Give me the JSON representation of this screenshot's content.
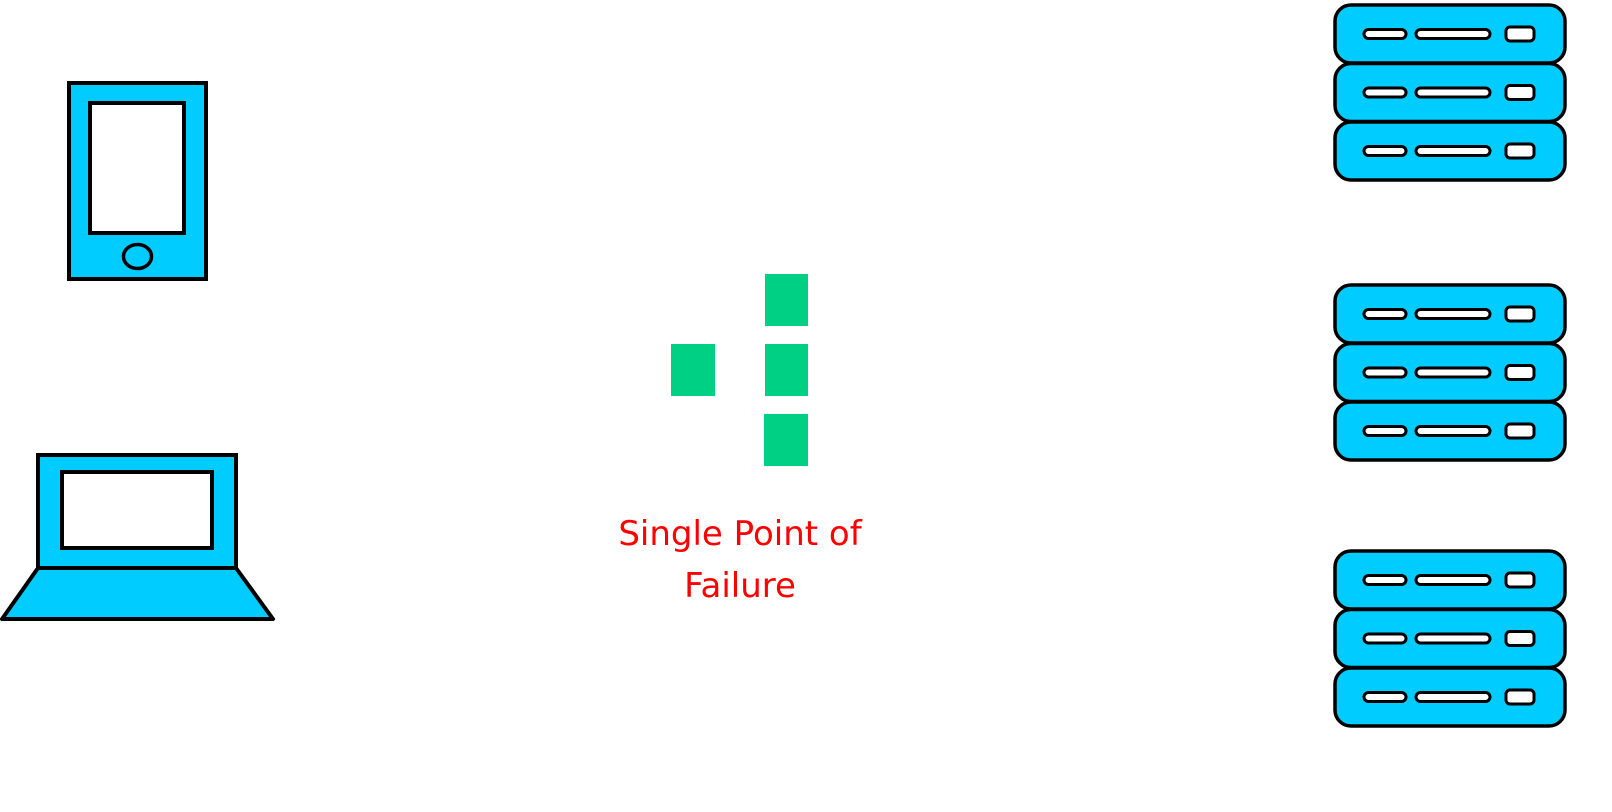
{
  "diagram": {
    "title_label": "Single Point of Failure",
    "caption_line1": "Single Point of",
    "caption_line2": "Failure",
    "colors": {
      "device_fill": "#00ccff",
      "outline": "#000000",
      "node_fill": "#00d084",
      "caption": "#ff0000",
      "background": "#ffffff"
    },
    "clients": [
      {
        "name": "tablet",
        "icon": "tablet-icon"
      },
      {
        "name": "laptop",
        "icon": "laptop-icon"
      }
    ],
    "central_nodes": [
      {
        "name": "node-left"
      },
      {
        "name": "node-top"
      },
      {
        "name": "node-middle"
      },
      {
        "name": "node-bottom"
      }
    ],
    "servers": [
      {
        "name": "server-stack-1",
        "units": 3
      },
      {
        "name": "server-stack-2",
        "units": 3
      },
      {
        "name": "server-stack-3",
        "units": 3
      }
    ]
  }
}
